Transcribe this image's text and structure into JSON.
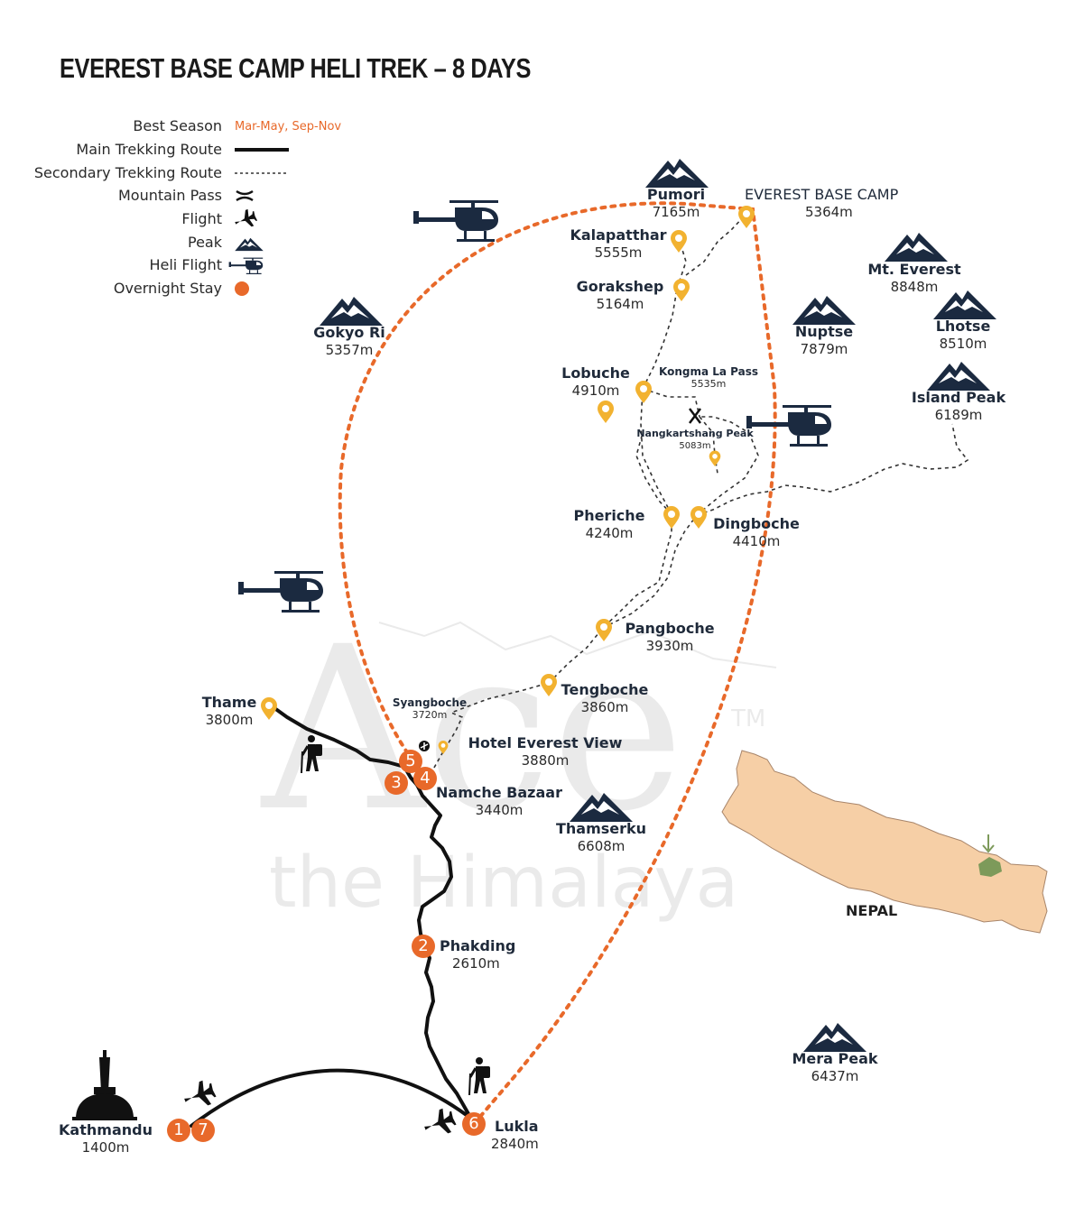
{
  "title": "EVEREST BASE CAMP HELI TREK  – 8 DAYS",
  "colors": {
    "route": "#111111",
    "heli_route": "#e8692a",
    "stay": "#e8692a",
    "marker": "#f2b230",
    "peak": "#1b2a40",
    "nepal": "#f6cfa6"
  },
  "legend": {
    "best_season_label": "Best Season",
    "best_season_value": "Mar-May, Sep-Nov",
    "main_route": "Main Trekking Route",
    "secondary_route": "Secondary Trekking Route",
    "mountain_pass": "Mountain Pass",
    "flight": "Flight",
    "peak": "Peak",
    "heli_flight": "Heli Flight",
    "overnight_stay": "Overnight Stay"
  },
  "places": {
    "pumori": {
      "name": "Pumori",
      "alt": "7165m"
    },
    "ebc": {
      "name": "EVEREST BASE CAMP",
      "alt": "5364m"
    },
    "kalapatthar": {
      "name": "Kalapatthar",
      "alt": "5555m"
    },
    "gorakshep": {
      "name": "Gorakshep",
      "alt": "5164m"
    },
    "everest": {
      "name": "Mt. Everest",
      "alt": "8848m"
    },
    "nuptse": {
      "name": "Nuptse",
      "alt": "7879m"
    },
    "lhotse": {
      "name": "Lhotse",
      "alt": "8510m"
    },
    "gokyo": {
      "name": "Gokyo Ri",
      "alt": "5357m"
    },
    "lobuche": {
      "name": "Lobuche",
      "alt": "4910m"
    },
    "kongma": {
      "name": "Kongma La Pass",
      "alt": "5535m"
    },
    "island": {
      "name": "Island Peak",
      "alt": "6189m"
    },
    "nangkartshang": {
      "name": "Nangkartshang Peak",
      "alt": "5083m"
    },
    "pheriche": {
      "name": "Pheriche",
      "alt": "4240m"
    },
    "dingboche": {
      "name": "Dingboche",
      "alt": "4410m"
    },
    "pangboche": {
      "name": "Pangboche",
      "alt": "3930m"
    },
    "tengboche": {
      "name": "Tengboche",
      "alt": "3860m"
    },
    "syangboche": {
      "name": "Syangboche",
      "alt": "3720m"
    },
    "thame": {
      "name": "Thame",
      "alt": "3800m"
    },
    "hotel": {
      "name": "Hotel Everest View",
      "alt": "3880m"
    },
    "namche": {
      "name": "Namche Bazaar",
      "alt": "3440m"
    },
    "thamserku": {
      "name": "Thamserku",
      "alt": "6608m"
    },
    "phakding": {
      "name": "Phakding",
      "alt": "2610m"
    },
    "mera": {
      "name": "Mera Peak",
      "alt": "6437m"
    },
    "kathmandu": {
      "name": "Kathmandu",
      "alt": "1400m"
    },
    "lukla": {
      "name": "Lukla",
      "alt": "2840m"
    }
  },
  "stays": {
    "s1": "1",
    "s7": "7",
    "s2": "2",
    "s3": "3",
    "s4": "4",
    "s5": "5",
    "s6": "6"
  },
  "nepal_label": "NEPAL",
  "watermark": {
    "line1": "Ace",
    "tm": "TM",
    "line2": "the Himalaya"
  }
}
